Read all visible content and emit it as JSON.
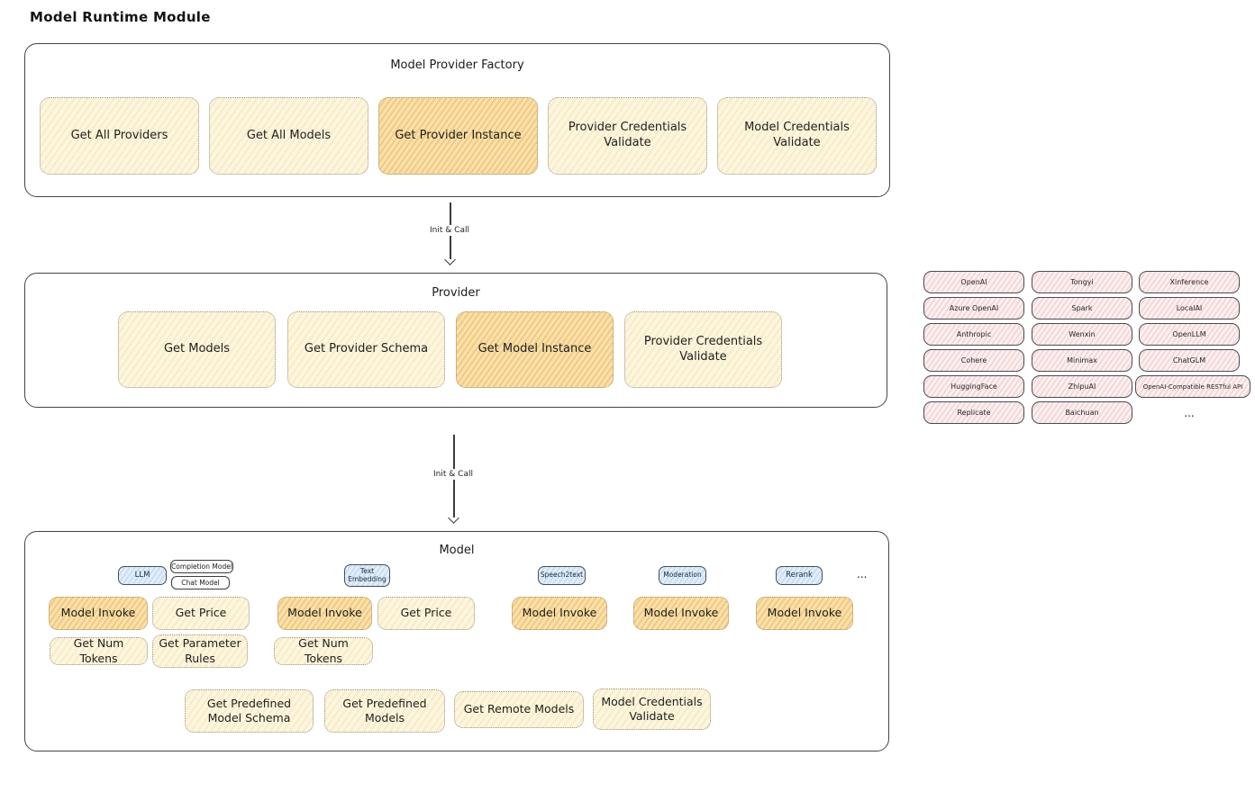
{
  "page": {
    "title": "Model Runtime Module"
  },
  "connectors": [
    {
      "label": "Init & Call"
    },
    {
      "label": "Init & Call"
    }
  ],
  "factory": {
    "title": "Model Provider Factory",
    "nodes": [
      "Get All Providers",
      "Get All Models",
      "Get Provider Instance",
      "Provider Credentials Validate",
      "Model Credentials Validate"
    ]
  },
  "provider": {
    "title": "Provider",
    "nodes": [
      "Get Models",
      "Get Provider Schema",
      "Get Model Instance",
      "Provider Credentials Validate"
    ]
  },
  "providers_list": {
    "items": [
      "OpenAI",
      "Tongyi",
      "Xinference",
      "Azure OpenAI",
      "Spark",
      "LocalAI",
      "Anthropic",
      "Wenxin",
      "OpenLLM",
      "Cohere",
      "Minimax",
      "ChatGLM",
      "HuggingFace",
      "ZhipuAI",
      "OpenAI-Compatible RESTful API",
      "Replicate",
      "Baichuan"
    ],
    "more": "..."
  },
  "model": {
    "title": "Model",
    "types": [
      "LLM",
      "Completion Model",
      "Chat Model",
      "Text Embedding",
      "Speech2text",
      "Moderation",
      "Rerank"
    ],
    "more": "...",
    "nodes": {
      "model_invoke": "Model Invoke",
      "get_price": "Get Price",
      "get_num_tokens": "Get Num Tokens",
      "get_parameter_rules": "Get Parameter Rules",
      "get_predefined_model_schema": "Get Predefined Model Schema",
      "get_predefined_models": "Get Predefined Models",
      "get_remote_models": "Get Remote Models",
      "model_credentials_validate": "Model Credentials Validate"
    }
  },
  "colors": {
    "node_fill": "#fcf6df",
    "node_highlight_fill": "#f9e0ad",
    "provider_pill_fill": "#fcf0f0",
    "model_type_tag_fill": "#e2eef9",
    "border_dark": "#43444c"
  }
}
